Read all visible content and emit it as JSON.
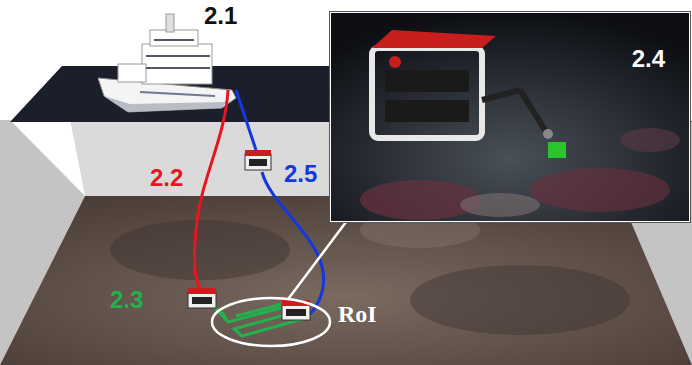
{
  "diagram": {
    "nodes": [
      {
        "text": [
          "2.4"
        ]
      },
      {
        "text": [
          "RoI"
        ]
      }
    ],
    "edges": [
      {
        "from": 1,
        "to": 0,
        "arrow": "none"
      }
    ],
    "labels": [
      "2.1",
      "2.2",
      "2.5",
      "2.3"
    ]
  }
}
